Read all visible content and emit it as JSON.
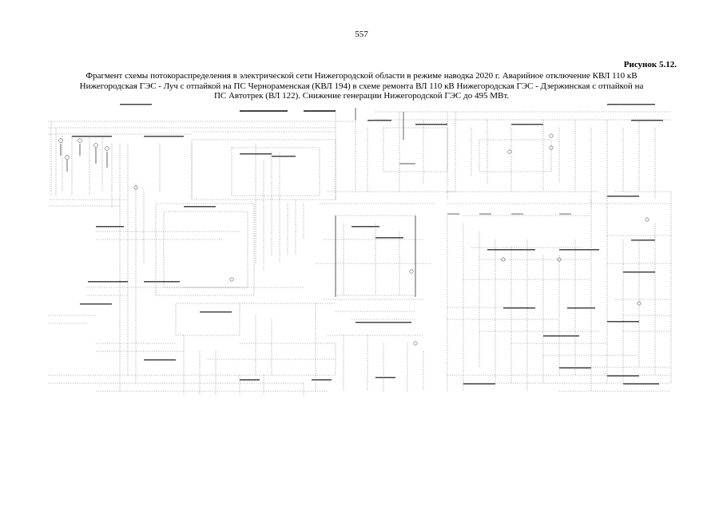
{
  "page": {
    "number": "557"
  },
  "figure": {
    "label": "Рисунок 5.12.",
    "caption_lines": [
      "Фрагмент схемы потокораспределения в электрической сети Нижегородской области в режиме наводка 2020 г. Аварийное отключение КВЛ 110 кВ",
      "Нижегородская ГЭС - Луч с отпайкой на ПС Чернораменская (КВЛ 194) в схеме ремонта ВЛ 110 кВ Нижегородская ГЭС - Дзержинская с отпайкой на",
      "ПС Автотрек (ВЛ 122). Снижение генерации Нижегородской ГЭС до 495 МВт."
    ]
  }
}
